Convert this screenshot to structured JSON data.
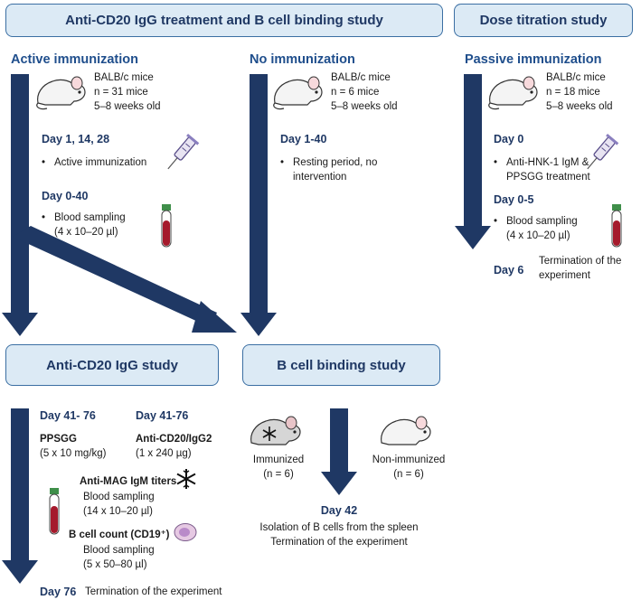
{
  "headers": {
    "main_study": "Anti-CD20 IgG treatment and B cell binding study",
    "dose_study": "Dose titration study",
    "anti_cd20_study": "Anti-CD20 IgG study",
    "bcell_study": "B cell binding study"
  },
  "active": {
    "title": "Active immunization",
    "mice_line1": "BALB/c mice",
    "mice_line2": "n = 31 mice",
    "mice_line3": "5–8 weeks old",
    "day1": "Day 1, 14, 28",
    "day1_bullet": "Active immunization",
    "day2": "Day 0-40",
    "day2_bullet_line1": "Blood sampling",
    "day2_bullet_line2": "(4 x 10–20 µl)"
  },
  "none": {
    "title": "No immunization",
    "mice_line1": "BALB/c mice",
    "mice_line2": "n = 6 mice",
    "mice_line3": "5–8 weeks old",
    "day": "Day 1-40",
    "bullet_line1": "Resting period, no",
    "bullet_line2": "intervention"
  },
  "passive": {
    "title": "Passive immunization",
    "mice_line1": "BALB/c mice",
    "mice_line2": "n = 18 mice",
    "mice_line3": "5–8 weeks old",
    "day1": "Day 0",
    "day1_bullet_line1": "Anti-HNK-1 IgM &",
    "day1_bullet_line2": "PPSGG treatment",
    "day2": "Day 0-5",
    "day2_bullet_line1": "Blood sampling",
    "day2_bullet_line2": "(4 x 10–20 µl)",
    "day3": "Day 6",
    "day3_text_line1": "Termination of the",
    "day3_text_line2": "experiment"
  },
  "cd20": {
    "day_left": "Day 41- 76",
    "day_right": "Day 41-76",
    "ppsgg": "PPSGG",
    "ppsgg_dose": "(5 x 10 mg/kg)",
    "antibody": "Anti-CD20/IgG2",
    "antibody_dose": "(1 x 240 µg)",
    "mag_title": "Anti-MAG IgM titers",
    "mag_line1": "Blood sampling",
    "mag_line2": "(14 x 10–20 µl)",
    "bcell_title": "B cell count (CD19⁺)",
    "bcell_line1": "Blood sampling",
    "bcell_line2": "(5 x 50–80 µl)",
    "end_day": "Day 76",
    "end_text": "Termination of the experiment"
  },
  "bcell": {
    "immunized_label": "Immunized",
    "immunized_n": "(n = 6)",
    "nonimmunized_label": "Non-immunized",
    "nonimmunized_n": "(n = 6)",
    "day": "Day 42",
    "line1": "Isolation of B cells from the spleen",
    "line2": "Termination of the experiment"
  },
  "colors": {
    "arrow": "#1f3864",
    "header_fill": "#dceaf5",
    "header_border": "#3b6fa3",
    "title_blue": "#1f4e8c"
  }
}
